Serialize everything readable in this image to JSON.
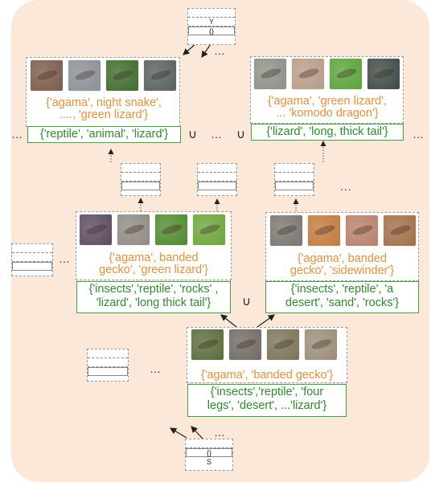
{
  "top_y_label": "Y",
  "top_y_set": "{}",
  "bottom_set": "{}",
  "bottom_label_partial": "S",
  "union_symbol": "∪",
  "ellipsis": "…",
  "ellipsis_three": "...",
  "node_topleft": {
    "names": "{'agama', night snake',\n...., 'green lizard'}",
    "attrs": "{'reptile', 'animal', 'lizard'}",
    "thumbs": [
      "#7c5a4a",
      "#8a8f96",
      "#3f6b2b",
      "#58605e"
    ]
  },
  "node_topright": {
    "names": "{'agama', 'green lizard',\n... 'komodo dragon'}",
    "attrs": "{'lizard', 'long, thick tail'}",
    "thumbs": [
      "#8b8f86",
      "#b79b85",
      "#5aa33a",
      "#3d4a44"
    ]
  },
  "node_midleft": {
    "names": "{'agama', banded\ngecko', 'green lizard'}",
    "attrs": "{'insects','reptile', 'rocks' ,\n'lizard', 'long thick tail'}",
    "thumbs": [
      "#5b4a5f",
      "#8f8a84",
      "#4f8a2e",
      "#6ea43a"
    ]
  },
  "node_midright": {
    "names": "{'agama', banded\ngecko', 'sidewinder'}",
    "attrs": "{'insects', 'reptile', 'a\ndesert', 'sand', 'rocks'}",
    "thumbs": [
      "#7a7570",
      "#c27a3c",
      "#b8806a",
      "#a26f48"
    ]
  },
  "node_bottom": {
    "names": "{'agama', 'banded gecko'}",
    "attrs": "{'insects','reptile', 'four\nlegs', 'desert', ...'lizard'}",
    "thumbs": [
      "#5b6b3a",
      "#6f6a64",
      "#7b7358",
      "#9a8c78"
    ]
  }
}
